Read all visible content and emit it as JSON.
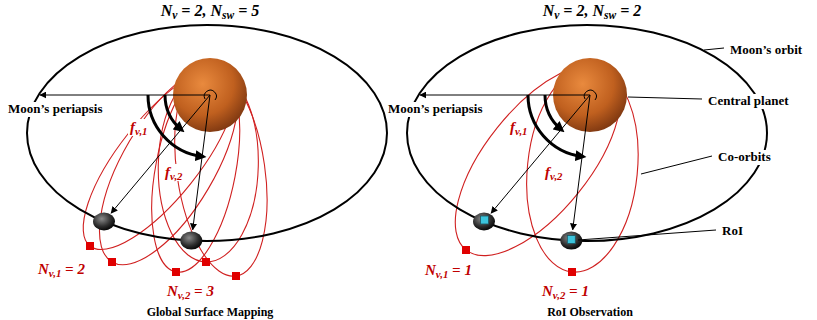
{
  "diagram": {
    "labels": [
      "Nv = 2, Nsw = 5",
      "Nv = 2, Nsw = 2",
      "Moon’s orbit",
      "Moon’s periapsis",
      "fv,1",
      "fv,2",
      "Nv,1 = 2",
      "Nv,2 = 3",
      "Global Surface Mapping",
      "Moon’s periapsis",
      "Central planet",
      "fv,1",
      "fv,2",
      "Co-orbits",
      "RoI",
      "Nv,1 = 1",
      "Nv,2 = 1",
      "RoI Observation"
    ]
  }
}
